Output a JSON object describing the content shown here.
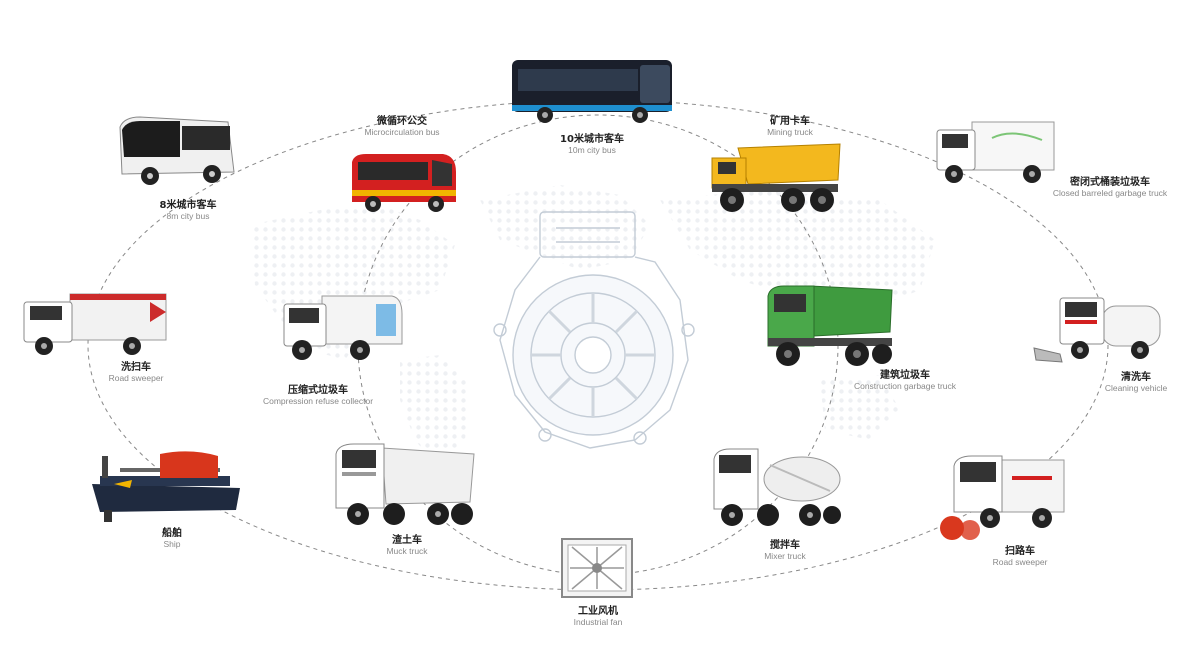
{
  "center": {
    "icon": "electric-motor-icon"
  },
  "vehicles": [
    {
      "id": "city-bus-10m",
      "zh": "10米城市客车",
      "en": "10m city bus",
      "icon": "city-bus-icon"
    },
    {
      "id": "microcirculation-bus",
      "zh": "微循环公交",
      "en": "Microcirculation bus",
      "icon": "mini-bus-icon"
    },
    {
      "id": "city-bus-8m",
      "zh": "8米城市客车",
      "en": "8m city bus",
      "icon": "coach-bus-icon"
    },
    {
      "id": "mining-truck",
      "zh": "矿用卡车",
      "en": "Mining truck",
      "icon": "mining-truck-icon"
    },
    {
      "id": "closed-garbage-truck",
      "zh": "密闭式桶装垃圾车",
      "en": "Closed barreled garbage truck",
      "icon": "garbage-truck-icon"
    },
    {
      "id": "road-sweeper-left",
      "zh": "洗扫车",
      "en": "Road sweeper",
      "icon": "sweeper-truck-icon"
    },
    {
      "id": "compression-refuse-collector",
      "zh": "压缩式垃圾车",
      "en": "Compression refuse collector",
      "icon": "refuse-truck-icon"
    },
    {
      "id": "construction-garbage-truck",
      "zh": "建筑垃圾车",
      "en": "Construction garbage truck",
      "icon": "dump-truck-icon"
    },
    {
      "id": "cleaning-vehicle",
      "zh": "清洗车",
      "en": "Cleaning vehicle",
      "icon": "washer-truck-icon"
    },
    {
      "id": "ship",
      "zh": "船舶",
      "en": "Ship",
      "icon": "ship-icon"
    },
    {
      "id": "muck-truck",
      "zh": "渣土车",
      "en": "Muck truck",
      "icon": "muck-truck-icon"
    },
    {
      "id": "mixer-truck",
      "zh": "搅拌车",
      "en": "Mixer truck",
      "icon": "mixer-truck-icon"
    },
    {
      "id": "road-sweeper-right",
      "zh": "扫路车",
      "en": "Road sweeper",
      "icon": "street-sweeper-icon"
    },
    {
      "id": "industrial-fan",
      "zh": "工业风机",
      "en": "Industrial fan",
      "icon": "industrial-fan-icon"
    }
  ]
}
